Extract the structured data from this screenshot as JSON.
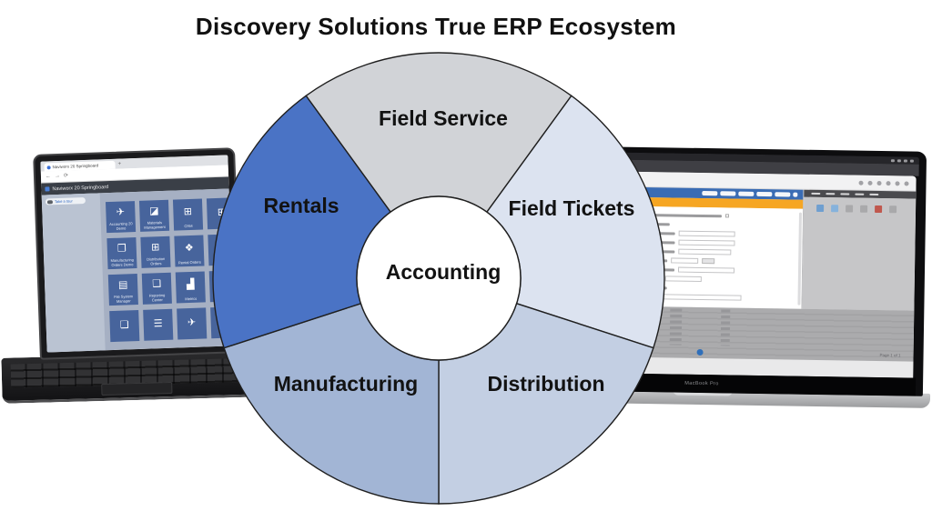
{
  "title": "Discovery Solutions True ERP Ecosystem",
  "wheel": {
    "center": {
      "label": "Accounting",
      "color": "#ffffff"
    },
    "outline_color": "#1f1f1f",
    "segments": [
      {
        "label": "Field Service",
        "color": "#d1d3d7"
      },
      {
        "label": "Field Tickets",
        "color": "#dce3f0"
      },
      {
        "label": "Distribution",
        "color": "#c3cfe3"
      },
      {
        "label": "Manufacturing",
        "color": "#a2b5d5"
      },
      {
        "label": "Rentals",
        "color": "#4a73c5"
      }
    ]
  },
  "left_laptop": {
    "browser_tab": "Naviworx 20 Springboard",
    "header_title": "Naviworx 20 Springboard",
    "tour_link": "Take a tour",
    "tiles": [
      {
        "icon": "paper-plane-icon",
        "glyph": "✈",
        "label": "Accounting 20 Demo"
      },
      {
        "icon": "image-icon",
        "glyph": "◪",
        "label": "Materials Management"
      },
      {
        "icon": "grid-icon",
        "glyph": "⊞",
        "label": "CRM"
      },
      {
        "icon": "grid-icon",
        "glyph": "⊞",
        "label": ""
      },
      {
        "icon": "box-icon",
        "glyph": "❒",
        "label": "Manufacturing Orders Demo"
      },
      {
        "icon": "grid-icon",
        "glyph": "⊞",
        "label": "Distribution Orders"
      },
      {
        "icon": "truck-icon",
        "glyph": "❖",
        "label": "Rental Orders"
      },
      {
        "icon": "grid-icon",
        "glyph": "⊞",
        "label": ""
      },
      {
        "icon": "folder-icon",
        "glyph": "▤",
        "label": "File System Manager"
      },
      {
        "icon": "document-icon",
        "glyph": "❏",
        "label": "Reporting Center"
      },
      {
        "icon": "chart-icon",
        "glyph": "▟",
        "label": "Metrics"
      },
      {
        "icon": "grid-icon",
        "glyph": "⊞",
        "label": ""
      },
      {
        "icon": "document-icon",
        "glyph": "❏",
        "label": ""
      },
      {
        "icon": "layers-icon",
        "glyph": "☰",
        "label": ""
      },
      {
        "icon": "paper-plane-icon",
        "glyph": "✈",
        "label": ""
      },
      {
        "icon": "grid-icon",
        "glyph": "⊞",
        "label": ""
      }
    ]
  },
  "right_laptop": {
    "menu_text": "File   Window   Help",
    "page_info": "Page 1 of 1",
    "brand": "MacBook Pro"
  }
}
